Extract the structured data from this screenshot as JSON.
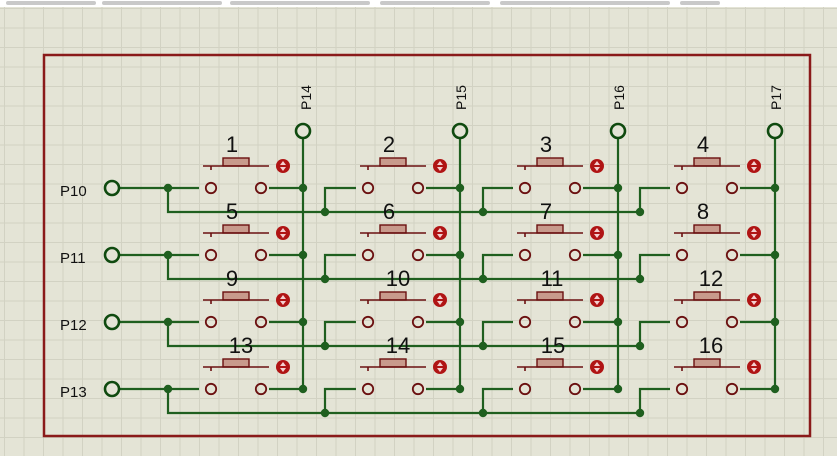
{
  "colors": {
    "wire": "#1f5f1f",
    "terminal": "#0f4a0f",
    "border": "#8a1a1a",
    "switch_fill": "#c89a8c",
    "switch_stroke": "#6b1010",
    "indicator": "#b01414",
    "label": "#111111"
  },
  "port_labels": {
    "p10": "P10",
    "p11": "P11",
    "p12": "P12",
    "p13": "P13",
    "p14": "P14",
    "p15": "P15",
    "p16": "P16",
    "p17": "P17"
  },
  "buttons": [
    "1",
    "2",
    "3",
    "4",
    "5",
    "6",
    "7",
    "8",
    "9",
    "10",
    "11",
    "12",
    "13",
    "14",
    "15",
    "16"
  ]
}
